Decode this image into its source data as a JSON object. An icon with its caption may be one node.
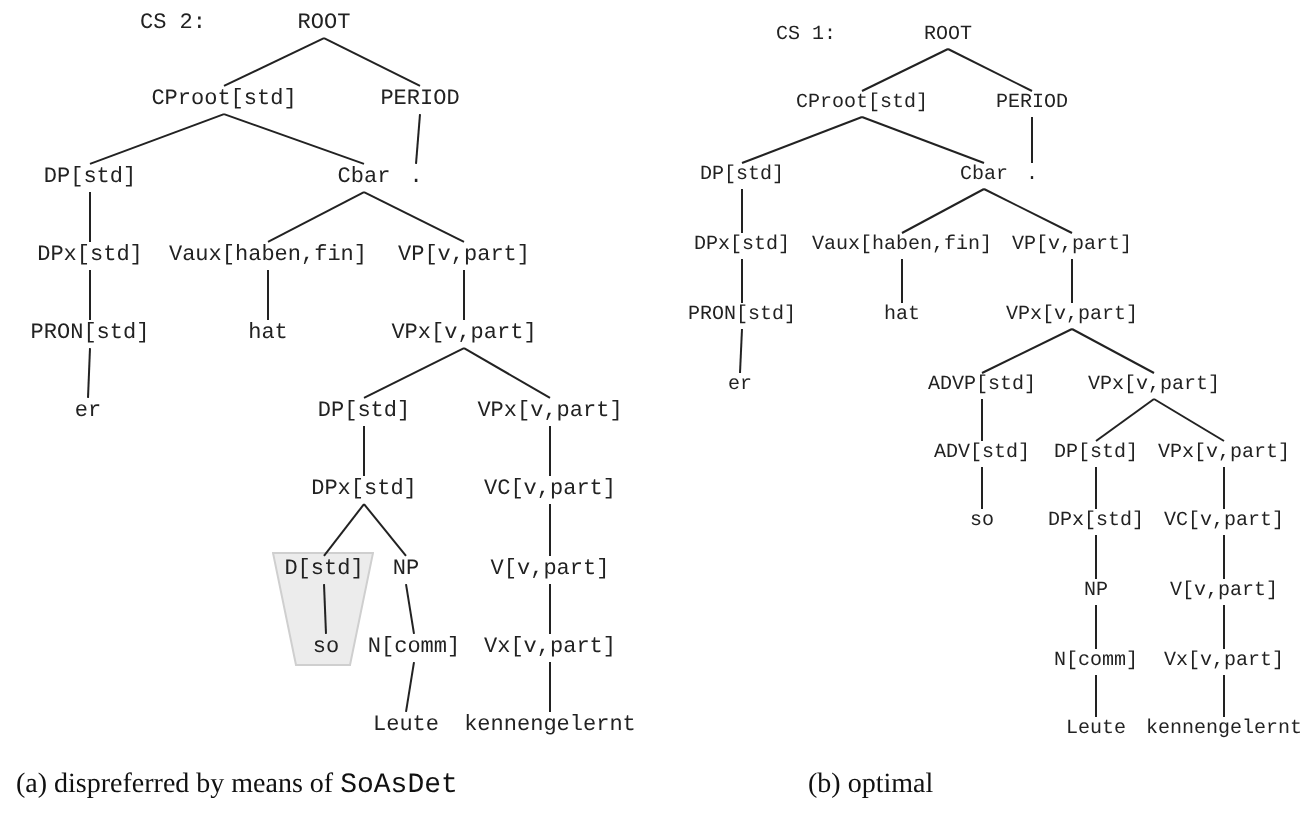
{
  "diagram": {
    "nodes": [
      {
        "text": [
          "ROOT"
        ]
      },
      {
        "text": [
          "CProot[std]"
        ]
      },
      {
        "text": [
          "PERIOD"
        ]
      },
      {
        "text": [
          "DP[std]"
        ]
      },
      {
        "text": [
          "Cbar"
        ]
      },
      {
        "text": [
          "."
        ]
      },
      {
        "text": [
          "DPx[std]"
        ]
      },
      {
        "text": [
          "Vaux[haben,fin]"
        ]
      },
      {
        "text": [
          "VP[v,part]"
        ]
      },
      {
        "text": [
          "PRON[std]"
        ]
      },
      {
        "text": [
          "hat"
        ]
      },
      {
        "text": [
          "VPx[v,part]"
        ]
      },
      {
        "text": [
          "er"
        ]
      },
      {
        "text": [
          "DP[std]"
        ]
      },
      {
        "text": [
          "VPx[v,part]"
        ]
      },
      {
        "text": [
          "DPx[std]"
        ]
      },
      {
        "text": [
          "VC[v,part]"
        ]
      },
      {
        "text": [],
        "shape": "trapezoid"
      },
      {
        "text": [
          "D[std]"
        ],
        "in": 17
      },
      {
        "text": [
          "NP"
        ]
      },
      {
        "text": [
          "V[v,part]"
        ]
      },
      {
        "text": [
          "so"
        ],
        "in": 17
      },
      {
        "text": [
          "N[comm]"
        ]
      },
      {
        "text": [
          "Vx[v,part]"
        ]
      },
      {
        "text": [
          "Leute"
        ]
      },
      {
        "text": [
          "kennengelernt"
        ]
      },
      {
        "text": [
          "ROOT"
        ]
      },
      {
        "text": [
          "CProot[std]"
        ]
      },
      {
        "text": [
          "PERIOD"
        ]
      },
      {
        "text": [
          "DP[std]"
        ]
      },
      {
        "text": [
          "Cbar"
        ]
      },
      {
        "text": [
          "."
        ]
      },
      {
        "text": [
          "DPx[std]"
        ]
      },
      {
        "text": [
          "Vaux[haben,fin]"
        ]
      },
      {
        "text": [
          "VP[v,part]"
        ]
      },
      {
        "text": [
          "PRON[std]"
        ]
      },
      {
        "text": [
          "hat"
        ]
      },
      {
        "text": [
          "VPx[v,part]"
        ]
      },
      {
        "text": [
          "er"
        ]
      },
      {
        "text": [
          "ADVP[std]"
        ]
      },
      {
        "text": [
          "VPx[v,part]"
        ]
      },
      {
        "text": [
          "ADV[std]"
        ]
      },
      {
        "text": [
          "DP[std]"
        ]
      },
      {
        "text": [
          "VPx[v,part]"
        ]
      },
      {
        "text": [
          "so"
        ]
      },
      {
        "text": [
          "DPx[std]"
        ]
      },
      {
        "text": [
          "VC[v,part]"
        ]
      },
      {
        "text": [
          "NP"
        ]
      },
      {
        "text": [
          "V[v,part]"
        ]
      },
      {
        "text": [
          "N[comm]"
        ]
      },
      {
        "text": [
          "Vx[v,part]"
        ]
      },
      {
        "text": [
          "Leute"
        ]
      },
      {
        "text": [
          "kennengelernt"
        ]
      }
    ],
    "edges": [
      {
        "from": 0,
        "to": 1,
        "arrow": "none"
      },
      {
        "from": 0,
        "to": 2,
        "arrow": "none"
      },
      {
        "from": 1,
        "to": 3,
        "arrow": "none"
      },
      {
        "from": 1,
        "to": 4,
        "arrow": "none"
      },
      {
        "from": 2,
        "to": 5,
        "arrow": "none"
      },
      {
        "from": 3,
        "to": 6,
        "arrow": "none"
      },
      {
        "from": 4,
        "to": 7,
        "arrow": "none"
      },
      {
        "from": 4,
        "to": 8,
        "arrow": "none"
      },
      {
        "from": 6,
        "to": 9,
        "arrow": "none"
      },
      {
        "from": 7,
        "to": 10,
        "arrow": "none"
      },
      {
        "from": 8,
        "to": 11,
        "arrow": "none"
      },
      {
        "from": 9,
        "to": 12,
        "arrow": "none"
      },
      {
        "from": 11,
        "to": 13,
        "arrow": "none"
      },
      {
        "from": 11,
        "to": 14,
        "arrow": "none"
      },
      {
        "from": 13,
        "to": 15,
        "arrow": "none"
      },
      {
        "from": 14,
        "to": 16,
        "arrow": "none"
      },
      {
        "from": 15,
        "to": 18,
        "arrow": "none"
      },
      {
        "from": 15,
        "to": 19,
        "arrow": "none"
      },
      {
        "from": 16,
        "to": 20,
        "arrow": "none"
      },
      {
        "from": 18,
        "to": 21,
        "arrow": "none"
      },
      {
        "from": 19,
        "to": 22,
        "arrow": "none"
      },
      {
        "from": 20,
        "to": 23,
        "arrow": "none"
      },
      {
        "from": 22,
        "to": 24,
        "arrow": "none"
      },
      {
        "from": 23,
        "to": 25,
        "arrow": "none"
      },
      {
        "from": 26,
        "to": 27,
        "arrow": "none"
      },
      {
        "from": 26,
        "to": 28,
        "arrow": "none"
      },
      {
        "from": 27,
        "to": 29,
        "arrow": "none"
      },
      {
        "from": 27,
        "to": 30,
        "arrow": "none"
      },
      {
        "from": 28,
        "to": 31,
        "arrow": "none"
      },
      {
        "from": 29,
        "to": 32,
        "arrow": "none"
      },
      {
        "from": 30,
        "to": 33,
        "arrow": "none"
      },
      {
        "from": 30,
        "to": 34,
        "arrow": "none"
      },
      {
        "from": 32,
        "to": 35,
        "arrow": "none"
      },
      {
        "from": 33,
        "to": 36,
        "arrow": "none"
      },
      {
        "from": 34,
        "to": 37,
        "arrow": "none"
      },
      {
        "from": 35,
        "to": 38,
        "arrow": "none"
      },
      {
        "from": 37,
        "to": 39,
        "arrow": "none"
      },
      {
        "from": 37,
        "to": 40,
        "arrow": "none"
      },
      {
        "from": 39,
        "to": 41,
        "arrow": "none"
      },
      {
        "from": 40,
        "to": 42,
        "arrow": "none"
      },
      {
        "from": 40,
        "to": 43,
        "arrow": "none"
      },
      {
        "from": 41,
        "to": 44,
        "arrow": "none"
      },
      {
        "from": 42,
        "to": 45,
        "arrow": "none"
      },
      {
        "from": 43,
        "to": 46,
        "arrow": "none"
      },
      {
        "from": 45,
        "to": 47,
        "arrow": "none"
      },
      {
        "from": 46,
        "to": 48,
        "arrow": "none"
      },
      {
        "from": 47,
        "to": 49,
        "arrow": "none"
      },
      {
        "from": 48,
        "to": 50,
        "arrow": "none"
      },
      {
        "from": 49,
        "to": 51,
        "arrow": "none"
      },
      {
        "from": 50,
        "to": 52,
        "arrow": "none"
      }
    ],
    "labels": [
      "CS 2:",
      "CS 1:",
      "(a) dispreferred by means of SoAsDet",
      "(b) optimal"
    ]
  }
}
